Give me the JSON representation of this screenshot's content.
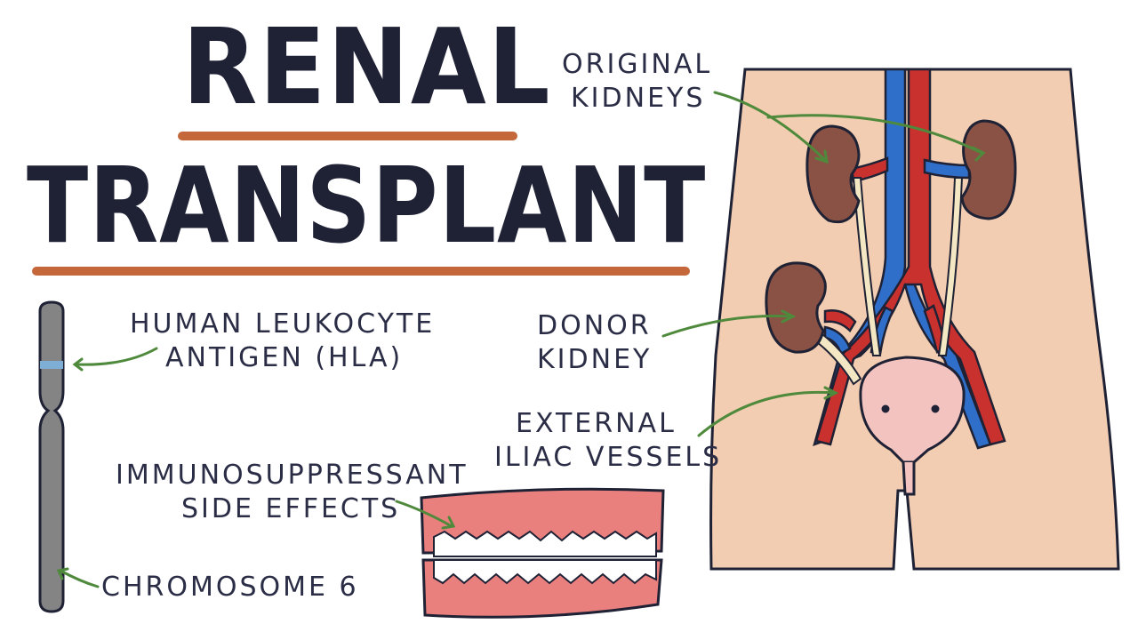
{
  "title": {
    "line1": "RENAL",
    "line2": "TRANSPLANT"
  },
  "labels": {
    "hla": {
      "line1": "HUMAN LEUKOCYTE",
      "line2": "ANTIGEN (HLA)"
    },
    "chromosome": "CHROMOSOME 6",
    "immuno": {
      "line1": "IMMUNOSUPPRESSANT",
      "line2": "SIDE EFFECTS"
    },
    "original_kidneys": {
      "line1": "ORIGINAL",
      "line2": "KIDNEYS"
    },
    "donor_kidney": {
      "line1": "DONOR",
      "line2": "KIDNEY"
    },
    "iliac": {
      "line1": "EXTERNAL",
      "line2": "ILIAC VESSELS"
    }
  },
  "colors": {
    "ink": "#1f2135",
    "underline": "#c4683b",
    "skin": "#f2cdb1",
    "kidney": "#8a5244",
    "artery": "#c8312e",
    "vein": "#2f6fc9",
    "ureter": "#f3e7c4",
    "bladder": "#f3c3c0",
    "gum": "#e9807e",
    "chromosome": "#848484",
    "hla_band": "#7eaed6",
    "arrow": "#4f8a3c"
  }
}
